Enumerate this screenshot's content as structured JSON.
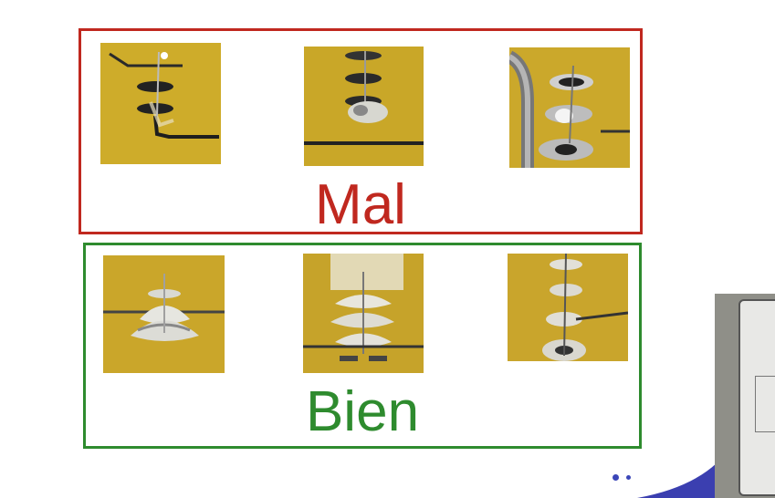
{
  "bad": {
    "label": "Mal",
    "color": "#c0281f"
  },
  "good": {
    "label": "Bien",
    "color": "#2e8b2e"
  },
  "photo_icons": [
    "solder-joint-photo"
  ]
}
